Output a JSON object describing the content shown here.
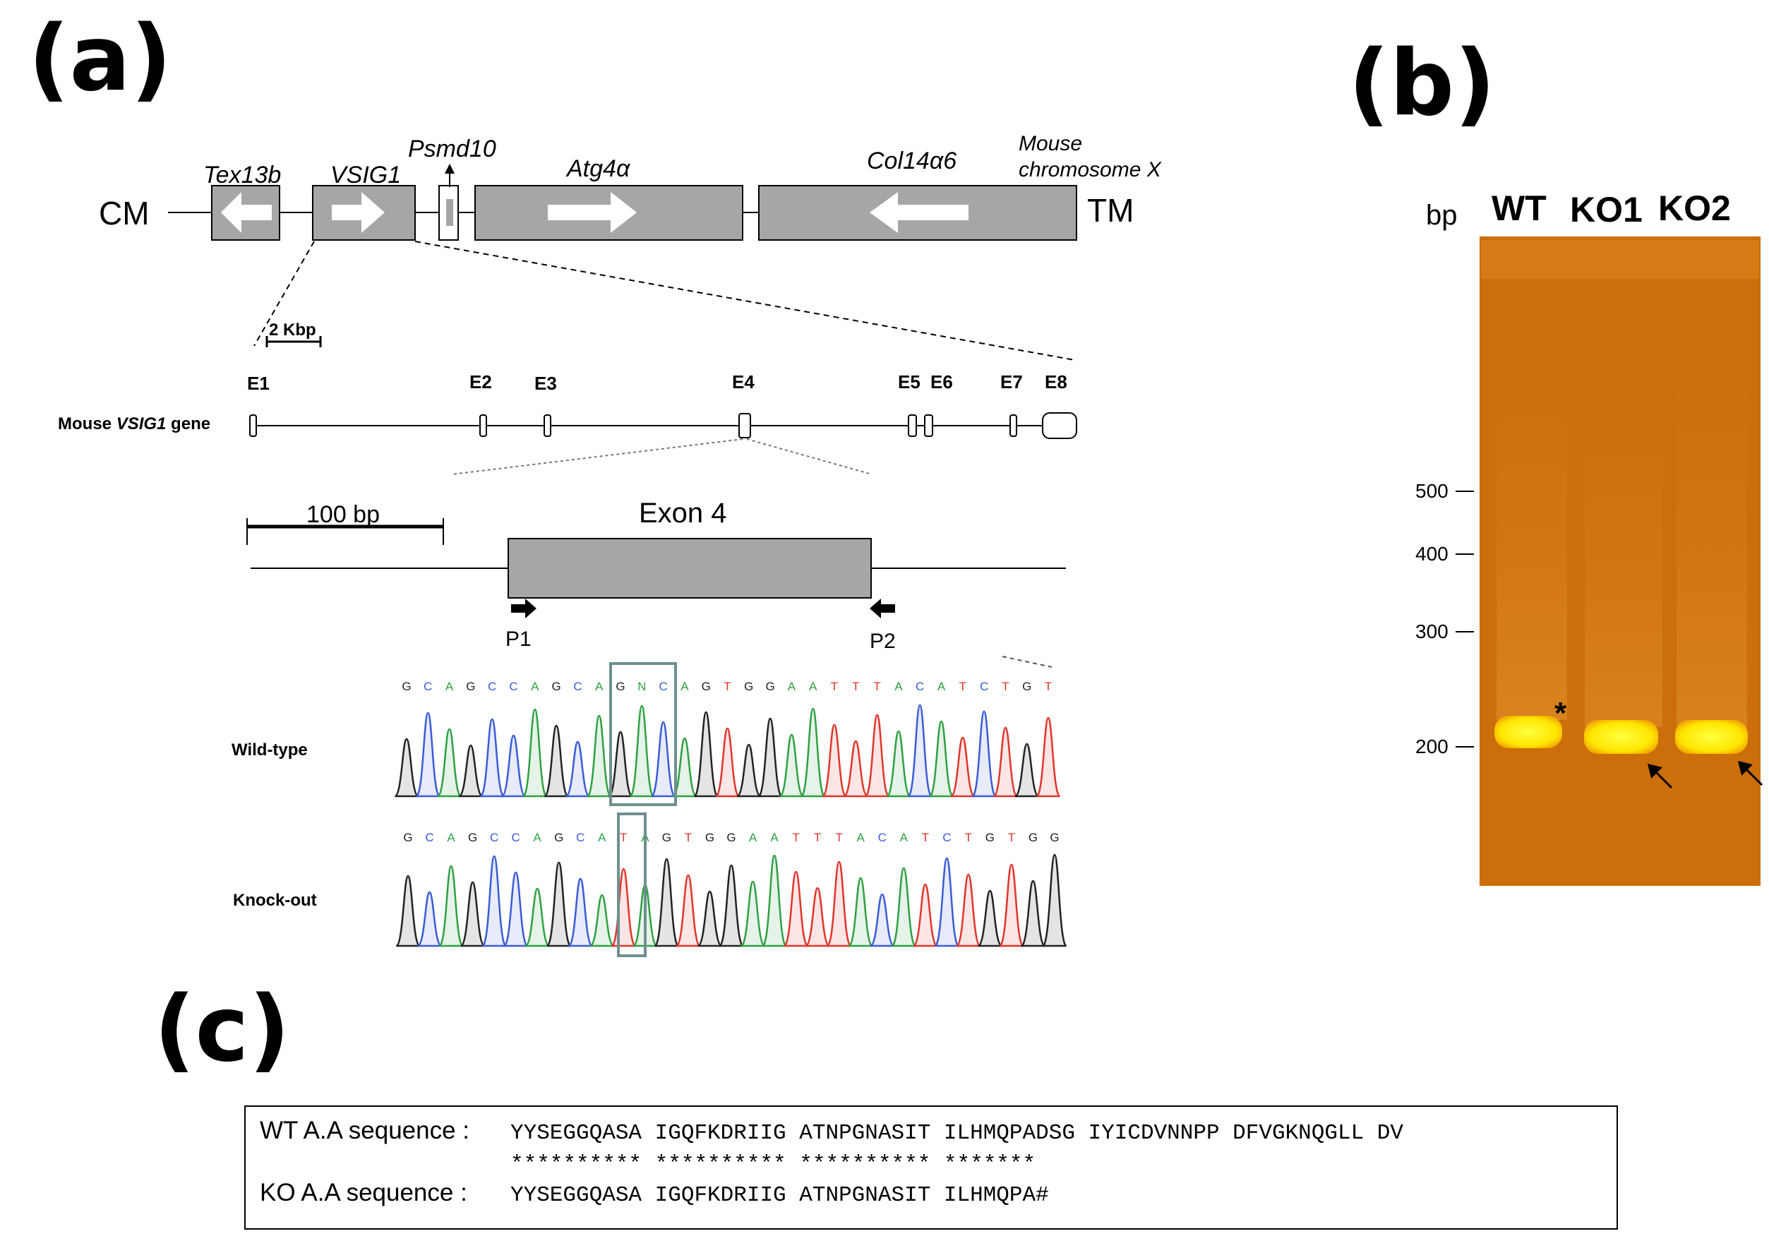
{
  "panels": {
    "a": "(a)",
    "b": "(b)",
    "c": "(c)"
  },
  "genomic_map": {
    "left_end": "CM",
    "right_end": "TM",
    "genes": [
      "Tex13b",
      "VSIG1",
      "Psmd10",
      "Atg4α",
      "Col14α6"
    ],
    "chromosome_label": [
      "Mouse",
      "chromosome X"
    ]
  },
  "gene_structure": {
    "label_prefix": "Mouse ",
    "label_gene": "VSIG1",
    "label_suffix": " gene",
    "scale": "2 Kbp",
    "exons": [
      "E1",
      "E2",
      "E3",
      "E4",
      "E5",
      "E6",
      "E7",
      "E8"
    ]
  },
  "exon_zoom": {
    "scale": "100 bp",
    "title": "Exon 4",
    "primers": [
      "P1",
      "P2"
    ]
  },
  "chromatograms": {
    "wildtype": {
      "label": "Wild-type",
      "sequence": [
        "G",
        "C",
        "A",
        "G",
        "C",
        "C",
        "A",
        "G",
        "C",
        "A",
        "G",
        "N",
        "C",
        "A",
        "G",
        "T",
        "G",
        "G",
        "A",
        "A",
        "T",
        "T",
        "T",
        "A",
        "C",
        "A",
        "T",
        "C",
        "T",
        "G",
        "T"
      ]
    },
    "knockout": {
      "label": "Knock-out",
      "sequence": [
        "G",
        "C",
        "A",
        "G",
        "C",
        "C",
        "A",
        "G",
        "C",
        "A",
        "T",
        "A",
        "G",
        "T",
        "G",
        "G",
        "A",
        "A",
        "T",
        "T",
        "T",
        "A",
        "C",
        "A",
        "T",
        "C",
        "T",
        "G",
        "T",
        "G",
        "G"
      ]
    }
  },
  "gel": {
    "unit": "bp",
    "lanes": [
      "WT",
      "KO1",
      "KO2"
    ],
    "markers": [
      "500",
      "400",
      "300",
      "200"
    ],
    "asterisk": "*"
  },
  "aa_alignment": {
    "wt_label": "WT A.A sequence :",
    "wt_seq": "YYSEGGQASA IGQFKDRIIG ATNPGNASIT ILHMQPADSG IYICDVNNPP DFVGKNQGLL DV",
    "stars": "********** ********** ********** *******",
    "ko_label": "KO A.A sequence :",
    "ko_seq": "YYSEGGQASA IGQFKDRIIG ATNPGNASIT ILHMQPA#"
  },
  "colors": {
    "gene_fill": "#a6a6a6",
    "box_outline": "#6f8f8f",
    "base_A": "#2ea043",
    "base_C": "#3b5bd6",
    "base_G": "#222222",
    "base_T": "#e0352b",
    "gel_bg": "#cc6e0a",
    "band": "#fff200"
  }
}
